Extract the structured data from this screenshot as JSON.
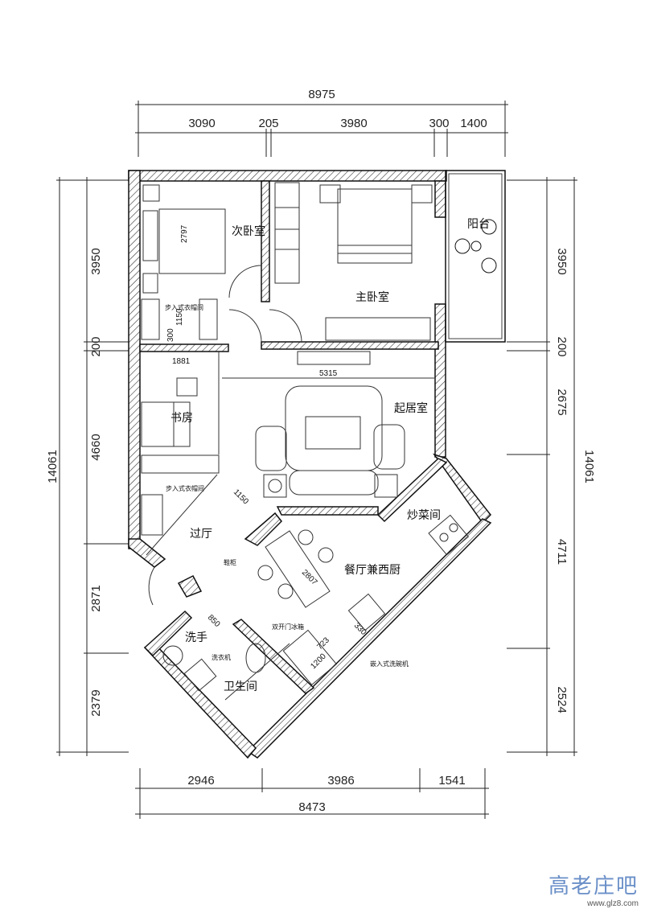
{
  "dimensions": {
    "top_total": "8975",
    "top_segments": [
      "3090",
      "205",
      "3980",
      "300",
      "1400"
    ],
    "left_total": "14061",
    "left_segments": [
      "3950",
      "200",
      "4660",
      "2871",
      "2379"
    ],
    "right_total": "14061",
    "right_segments": [
      "3950",
      "200",
      "2675",
      "4711",
      "2524"
    ],
    "bottom_total": "8473",
    "bottom_segments": [
      "2946",
      "3986",
      "1541"
    ]
  },
  "rooms": {
    "second_bedroom": "次卧室",
    "master_bedroom": "主卧室",
    "balcony": "阳台",
    "walkin_closet_1": "步入式衣帽间",
    "study": "书房",
    "living_room": "起居室",
    "walkin_closet_2": "步入式衣帽间",
    "hallway": "过厅",
    "dining_kitchen": "餐厅兼西厨",
    "wok_kitchen": "炒菜间",
    "wash_area": "洗手",
    "bathroom": "卫生间"
  },
  "annotations": {
    "shoe_cabinet": "鞋柜",
    "washing_machine": "洗衣机",
    "double_door_fridge": "双开门冰箱",
    "dishwasher": "嵌入式洗碗机"
  },
  "inner_dims": {
    "bed": "2797",
    "closet_w": "1150",
    "closet_d": "300",
    "study_w": "1881",
    "living_w": "5315",
    "hall_w": "1150",
    "table": "2807",
    "wash_w": "850",
    "counter_a": "723",
    "counter_b": "1200",
    "counter_c": "330"
  },
  "watermark": {
    "logo": "高老庄吧",
    "url": "www.glz8.com"
  },
  "colors": {
    "line": "#111111",
    "hatch": "#333333",
    "watermark": "#6a8fc8"
  }
}
